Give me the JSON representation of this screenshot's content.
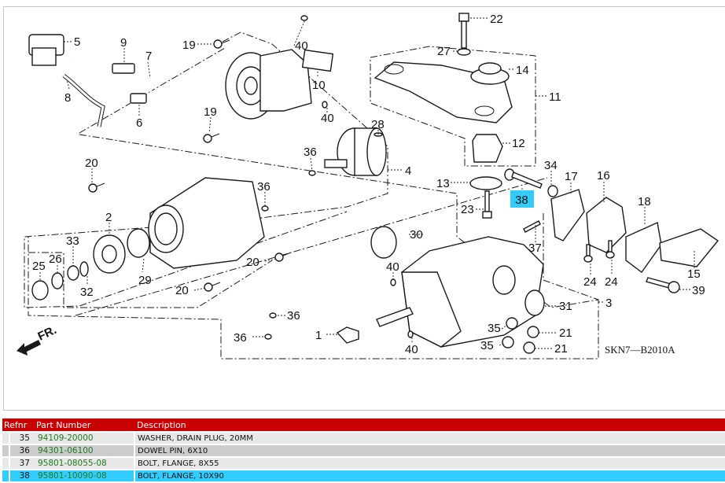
{
  "diagram": {
    "code": "SKN7—B2010A",
    "front_marker": "FR.",
    "highlighted_callout": "38",
    "highlight_color": "#33ccff",
    "callouts": [
      {
        "id": "c1",
        "label": "1"
      },
      {
        "id": "c2",
        "label": "2"
      },
      {
        "id": "c3",
        "label": "3"
      },
      {
        "id": "c4",
        "label": "4"
      },
      {
        "id": "c5",
        "label": "5"
      },
      {
        "id": "c6",
        "label": "6"
      },
      {
        "id": "c7",
        "label": "7"
      },
      {
        "id": "c8",
        "label": "8"
      },
      {
        "id": "c9",
        "label": "9"
      },
      {
        "id": "c10",
        "label": "10"
      },
      {
        "id": "c11",
        "label": "11"
      },
      {
        "id": "c12",
        "label": "12"
      },
      {
        "id": "c13",
        "label": "13"
      },
      {
        "id": "c14",
        "label": "14"
      },
      {
        "id": "c15",
        "label": "15"
      },
      {
        "id": "c16",
        "label": "16"
      },
      {
        "id": "c17",
        "label": "17"
      },
      {
        "id": "c18",
        "label": "18"
      },
      {
        "id": "c19a",
        "label": "19"
      },
      {
        "id": "c19b",
        "label": "19"
      },
      {
        "id": "c20a",
        "label": "20"
      },
      {
        "id": "c20b",
        "label": "20"
      },
      {
        "id": "c20c",
        "label": "20"
      },
      {
        "id": "c21a",
        "label": "21"
      },
      {
        "id": "c21b",
        "label": "21"
      },
      {
        "id": "c22",
        "label": "22"
      },
      {
        "id": "c23",
        "label": "23"
      },
      {
        "id": "c24a",
        "label": "24"
      },
      {
        "id": "c24b",
        "label": "24"
      },
      {
        "id": "c25",
        "label": "25"
      },
      {
        "id": "c26",
        "label": "26"
      },
      {
        "id": "c27",
        "label": "27"
      },
      {
        "id": "c28",
        "label": "28"
      },
      {
        "id": "c29",
        "label": "29"
      },
      {
        "id": "c30",
        "label": "30"
      },
      {
        "id": "c31",
        "label": "31"
      },
      {
        "id": "c32",
        "label": "32"
      },
      {
        "id": "c33",
        "label": "33"
      },
      {
        "id": "c34",
        "label": "34"
      },
      {
        "id": "c35a",
        "label": "35"
      },
      {
        "id": "c35b",
        "label": "35"
      },
      {
        "id": "c36a",
        "label": "36"
      },
      {
        "id": "c36b",
        "label": "36"
      },
      {
        "id": "c36c",
        "label": "36"
      },
      {
        "id": "c36d",
        "label": "36"
      },
      {
        "id": "c37",
        "label": "37"
      },
      {
        "id": "c38",
        "label": "38"
      },
      {
        "id": "c39",
        "label": "39"
      },
      {
        "id": "c40a",
        "label": "40"
      },
      {
        "id": "c40b",
        "label": "40"
      },
      {
        "id": "c40c",
        "label": "40"
      },
      {
        "id": "c40d",
        "label": "40"
      }
    ]
  },
  "table": {
    "header_color": "#c80000",
    "columns": {
      "refnr": "Refnr",
      "part_number": "Part Number",
      "description": "Description"
    },
    "rows": [
      {
        "refnr": "35",
        "part_number": "94109-20000",
        "description": "WASHER, DRAIN PLUG, 20MM",
        "selected": false
      },
      {
        "refnr": "36",
        "part_number": "94301-06100",
        "description": "DOWEL PIN, 6X10",
        "selected": false
      },
      {
        "refnr": "37",
        "part_number": "95801-08055-08",
        "description": "BOLT, FLANGE, 8X55",
        "selected": false
      },
      {
        "refnr": "38",
        "part_number": "95801-10090-08",
        "description": "BOLT, FLANGE, 10X90",
        "selected": true
      }
    ]
  }
}
